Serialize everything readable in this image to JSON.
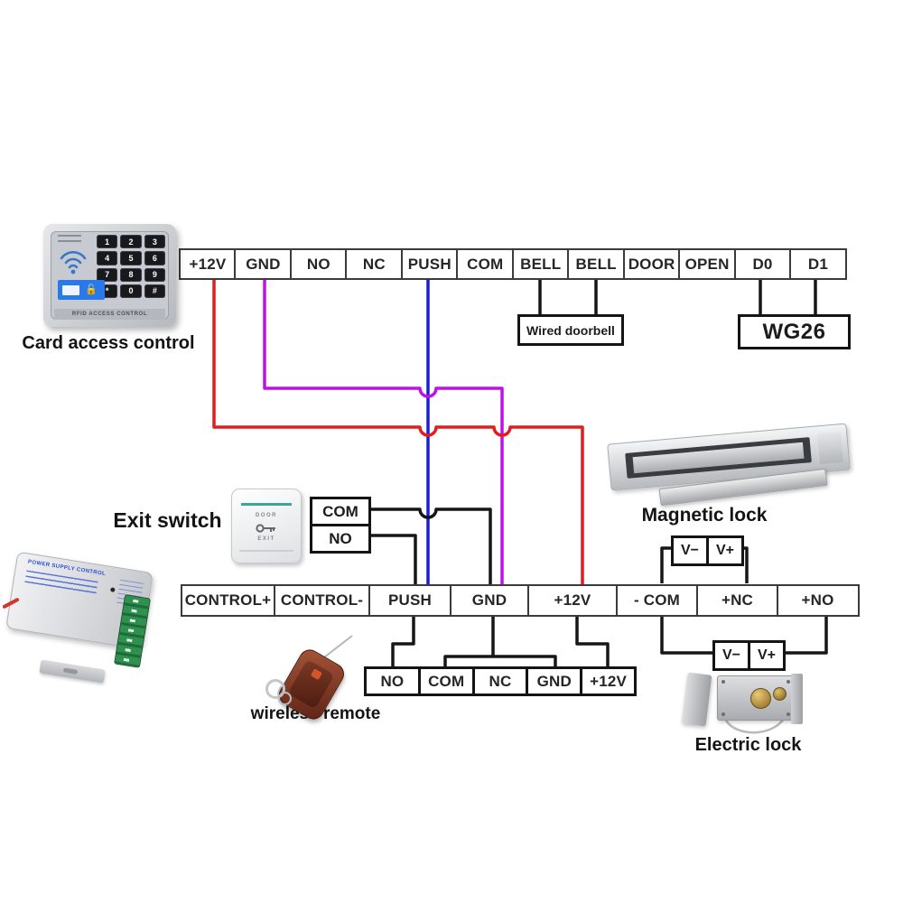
{
  "wires": {
    "red": "#e11d1d",
    "purple": "#bf10ea",
    "blue": "#1d1dd6",
    "black": "#161616"
  },
  "top_row": [
    "+12V",
    "GND",
    "NO",
    "NC",
    "PUSH",
    "COM",
    "BELL",
    "BELL",
    "DOOR",
    "OPEN",
    "D0",
    "D1"
  ],
  "middle_row": [
    "CONTROL+",
    "CONTROL-",
    "PUSH",
    "GND",
    "+12V",
    "- COM",
    "+NC",
    "+NO"
  ],
  "bottom_row": [
    "NO",
    "COM",
    "NC",
    "GND",
    "+12V"
  ],
  "exit_switch": {
    "label": "Exit switch",
    "terminals": [
      "COM",
      "NO"
    ],
    "door_text": "DOOR",
    "exit_text": "EXIT"
  },
  "wired_doorbell_label": "Wired doorbell",
  "wg26_label": "WG26",
  "magnetic_lock": {
    "label": "Magnetic lock",
    "terminals": [
      "V−",
      "V+"
    ]
  },
  "electric_lock": {
    "label": "Electric lock",
    "terminals": [
      "V−",
      "V+"
    ]
  },
  "card_access": {
    "label": "Card access control",
    "keys": [
      "1",
      "2",
      "3",
      "4",
      "5",
      "6",
      "7",
      "8",
      "9",
      "*",
      "0",
      "#"
    ],
    "strip_text": "RFID ACCESS CONTROL"
  },
  "power_supply": {
    "top_text": "POWER SUPPLY CONTROL"
  },
  "wireless_remote": {
    "label": "wireless remote"
  }
}
